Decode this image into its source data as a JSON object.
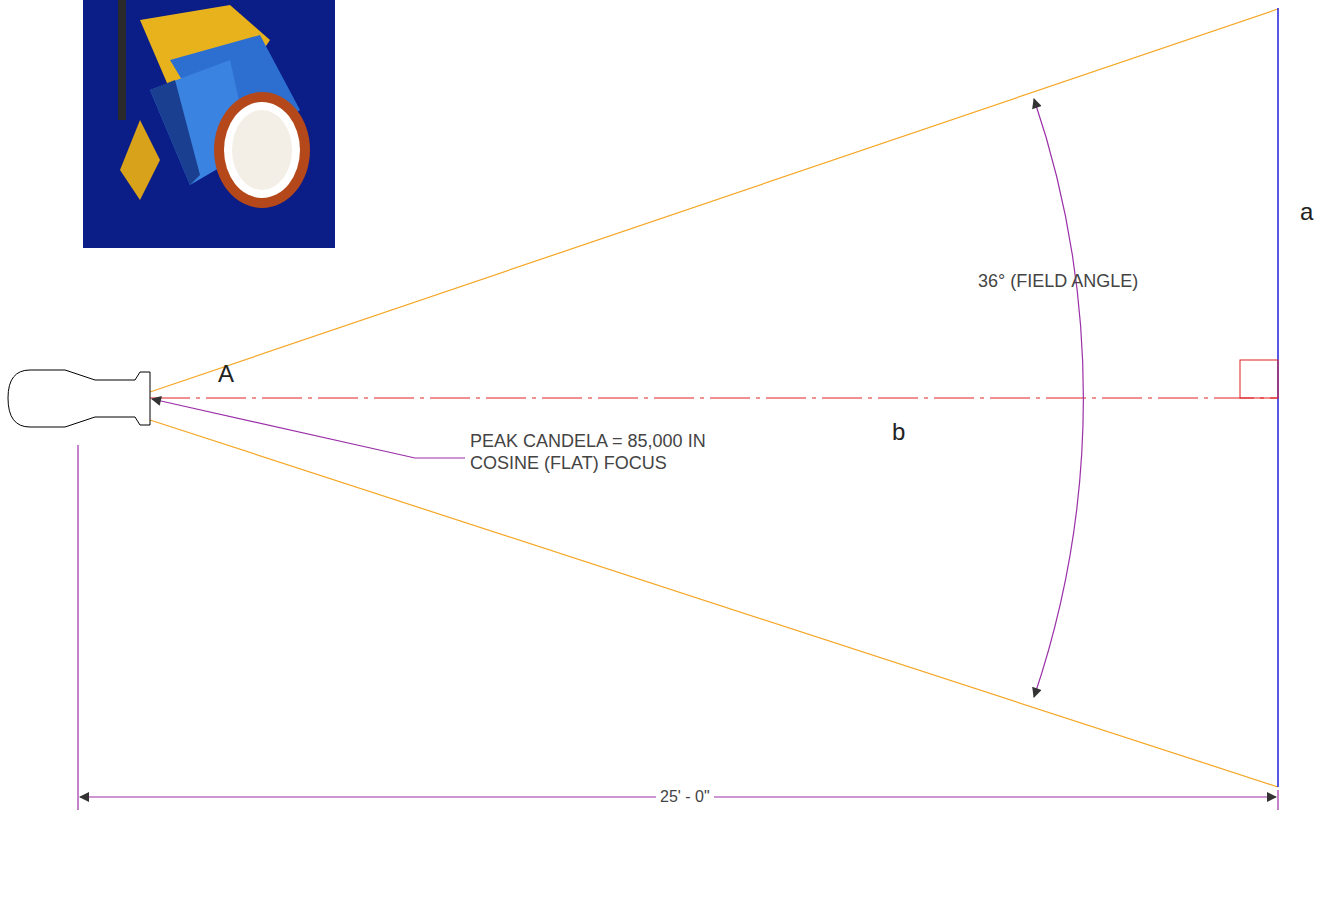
{
  "diagram": {
    "labels": [
      "a",
      "36° (FIELD ANGLE)",
      "A",
      "b",
      "PEAK CANDELA = 85,000 IN COSINE (FLAT) FOCUS",
      "25' - 0\""
    ]
  }
}
